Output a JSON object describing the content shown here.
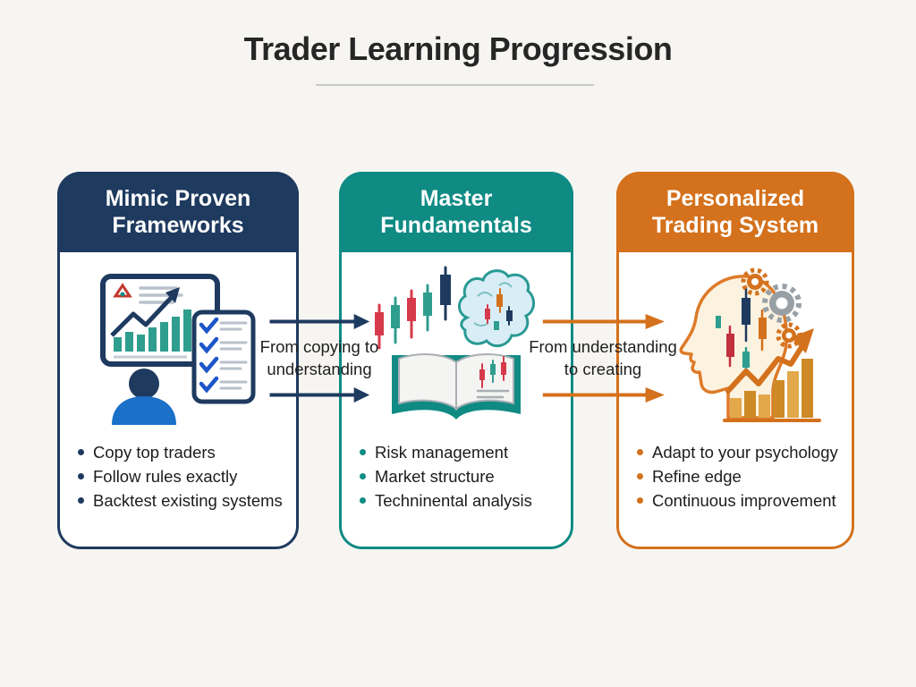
{
  "header": {
    "title": "Trader Learning Progression"
  },
  "colors": {
    "background": "#f7f5f2",
    "card_background": "#ffffff",
    "navy": "#1e3a5f",
    "teal": "#0f8b84",
    "orange": "#d4711c",
    "body_text": "#1c1c1c",
    "divider": "#c9c9c9"
  },
  "cards": [
    {
      "title": "Mimic Proven Frameworks",
      "accent": "#1e3a5f",
      "icon": "monitor-chart-checklist-person-icon",
      "bullets": [
        "Copy top traders",
        "Follow rules exactly",
        "Backtest existing systems"
      ]
    },
    {
      "title": "Master Fundamentals",
      "accent": "#0f8b84",
      "icon": "candles-brain-book-icon",
      "bullets": [
        "Risk management",
        "Market structure",
        "Techninental analysis"
      ]
    },
    {
      "title": "Personalized Trading System",
      "accent": "#d4711c",
      "icon": "head-gears-growth-chart-icon",
      "bullets": [
        "Adapt to your psychology",
        "Refine edge",
        "Continuous improvement"
      ]
    }
  ],
  "transitions": [
    {
      "label": "From copying to understanding",
      "color": "#1e3a5f"
    },
    {
      "label": "From understanding to creating",
      "color": "#d4711c"
    }
  ]
}
